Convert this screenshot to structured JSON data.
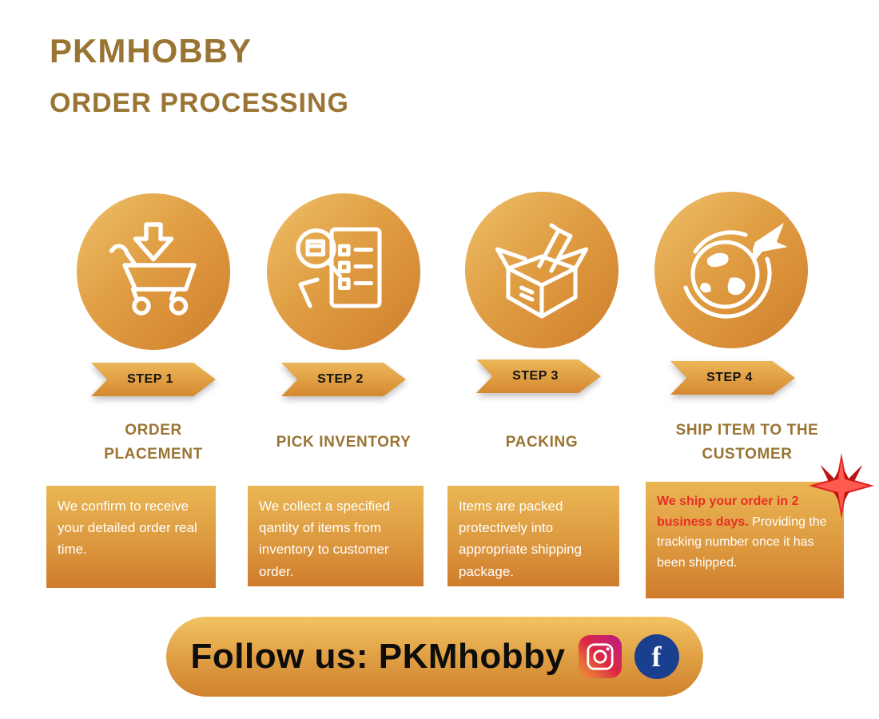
{
  "header": {
    "brand": "PKMHOBBY",
    "subtitle": "ORDER PROCESSING"
  },
  "colors": {
    "accent_gold": "#9a7433",
    "gradient_light": "#eec06a",
    "gradient_dark": "#d07e2c",
    "highlight_red": "#e82f25",
    "facebook_blue": "#1b3f8f"
  },
  "steps": [
    {
      "banner": "STEP 1",
      "title": "ORDER PLACEMENT",
      "icon": "cart-download-icon",
      "desc_highlight": "",
      "desc": "We confirm to receive your detailed order real time."
    },
    {
      "banner": "STEP 2",
      "title": "PICK INVENTORY",
      "icon": "inventory-checklist-icon",
      "desc_highlight": "",
      "desc": "We collect a specified qantity of items from inventory to customer order."
    },
    {
      "banner": "STEP 3",
      "title": "PACKING",
      "icon": "packing-box-icon",
      "desc_highlight": "",
      "desc": "Items are packed protectively into appropriate shipping package."
    },
    {
      "banner": "STEP 4",
      "title": "SHIP ITEM TO THE CUSTOMER",
      "icon": "globe-airplane-icon",
      "desc_highlight": "We ship your order in 2 business days.",
      "desc": " Providing the tracking number once it has been shipped."
    }
  ],
  "footer": {
    "label": "Follow us: PKMhobby",
    "icons": [
      "instagram-icon",
      "facebook-icon"
    ],
    "facebook_letter": "f"
  }
}
